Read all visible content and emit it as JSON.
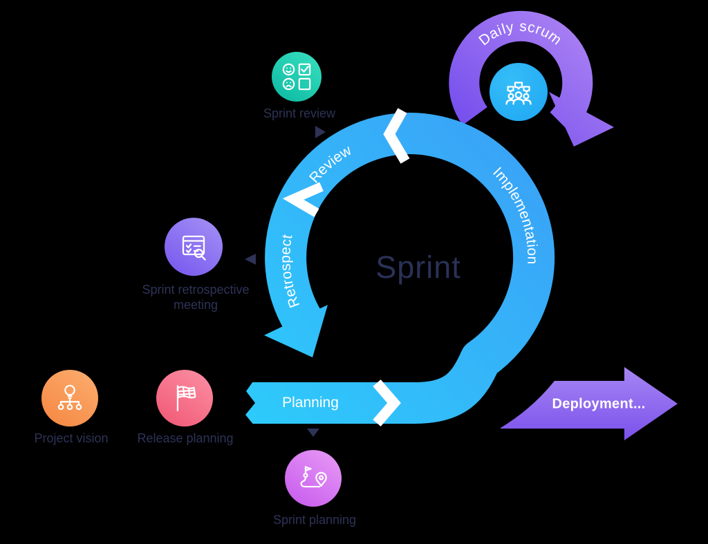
{
  "title": "Sprint",
  "colors": {
    "background": "#000000",
    "loop_blue_light": "#2ecafb",
    "loop_blue_dark": "#3b9ef6",
    "daily_purple_dark": "#744ded",
    "daily_purple_light": "#ab82f3",
    "deploy_purple_light": "#a687f3",
    "deploy_purple_dark": "#7a4feb",
    "label_text": "#2e3357",
    "center_text": "#2b3156",
    "segment_text": "#ffffff",
    "daily_inner_circle": "#29b2f6"
  },
  "loop": {
    "center_label": "Sprint",
    "segments": {
      "planning": "Planning",
      "implementation": "Implementation",
      "review": "Review",
      "retrospect": "Retrospect"
    }
  },
  "daily_scrum": {
    "label": "Daily scrum",
    "icon": "team-speech-bubbles-icon"
  },
  "deployment": {
    "label": "Deployment..."
  },
  "milestones": [
    {
      "id": "sprint-review",
      "label": "Sprint review",
      "icon": "faces-checklist-icon",
      "from": "#35dcbc",
      "to": "#0fbda4"
    },
    {
      "id": "sprint-retrospective-meeting",
      "label_line1": "Sprint retrospective",
      "label_line2": "meeting",
      "icon": "document-magnifier-icon",
      "from": "#a08cf5",
      "to": "#7a5bef"
    },
    {
      "id": "project-vision",
      "label": "Project vision",
      "icon": "idea-tree-icon",
      "from": "#fbaa6b",
      "to": "#f68a45"
    },
    {
      "id": "release-planning",
      "label": "Release planning",
      "icon": "checkered-flag-icon",
      "from": "#fa8ba0",
      "to": "#f25c78"
    },
    {
      "id": "sprint-planning",
      "label": "Sprint planning",
      "icon": "route-pin-icon",
      "from": "#e595f5",
      "to": "#c95fee"
    }
  ]
}
